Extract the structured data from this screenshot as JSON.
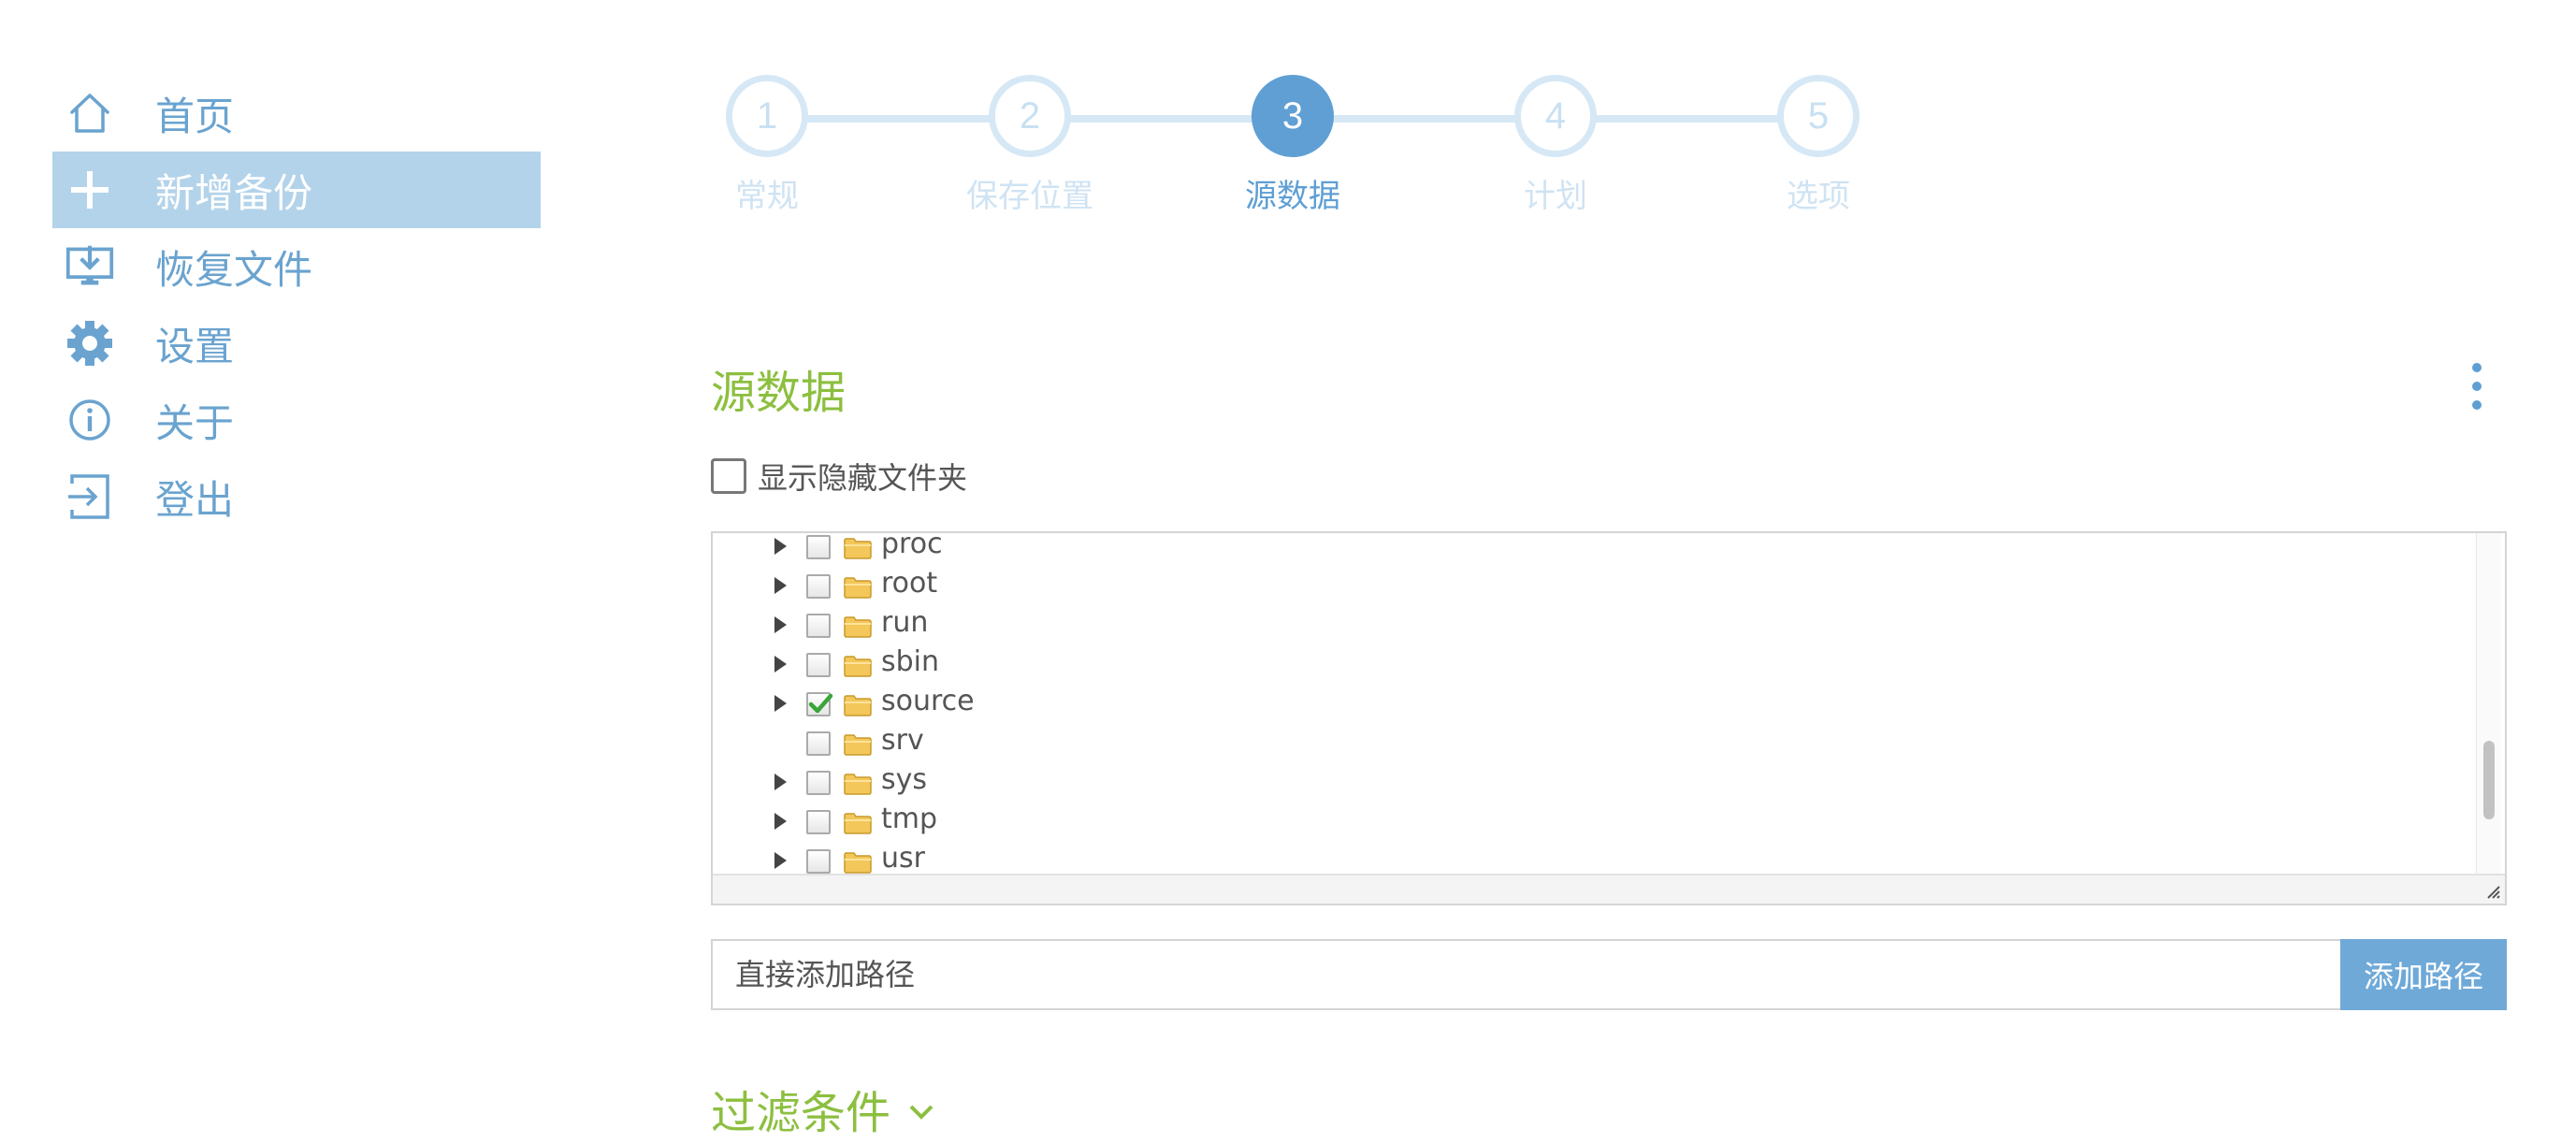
{
  "sidebar": {
    "items": [
      {
        "label": "首页",
        "icon": "home-icon",
        "active": false
      },
      {
        "label": "新增备份",
        "icon": "plus-icon",
        "active": true
      },
      {
        "label": "恢复文件",
        "icon": "restore-icon",
        "active": false
      },
      {
        "label": "设置",
        "icon": "gear-icon",
        "active": false
      },
      {
        "label": "关于",
        "icon": "info-icon",
        "active": false
      },
      {
        "label": "登出",
        "icon": "logout-icon",
        "active": false
      }
    ]
  },
  "stepper": {
    "current": 3,
    "steps": [
      {
        "number": "1",
        "label": "常规"
      },
      {
        "number": "2",
        "label": "保存位置"
      },
      {
        "number": "3",
        "label": "源数据"
      },
      {
        "number": "4",
        "label": "计划"
      },
      {
        "number": "5",
        "label": "选项"
      }
    ]
  },
  "source": {
    "title": "源数据",
    "menu_icon": "kebab-menu-icon",
    "show_hidden_label": "显示隐藏文件夹",
    "show_hidden_checked": false
  },
  "tree": {
    "items": [
      {
        "name": "proc",
        "expandable": true,
        "checked": false
      },
      {
        "name": "root",
        "expandable": true,
        "checked": false
      },
      {
        "name": "run",
        "expandable": true,
        "checked": false
      },
      {
        "name": "sbin",
        "expandable": true,
        "checked": false
      },
      {
        "name": "source",
        "expandable": true,
        "checked": true
      },
      {
        "name": "srv",
        "expandable": false,
        "checked": false
      },
      {
        "name": "sys",
        "expandable": true,
        "checked": false
      },
      {
        "name": "tmp",
        "expandable": true,
        "checked": false
      },
      {
        "name": "usr",
        "expandable": true,
        "checked": false
      }
    ]
  },
  "path": {
    "placeholder": "直接添加路径",
    "value": "",
    "add_button_label": "添加路径"
  },
  "filters": {
    "title": "过滤条件"
  },
  "colors": {
    "accent_blue": "#6aa3cf",
    "active_bg": "#b3d3ea",
    "section_green": "#8cbf3f",
    "checkmark_green": "#3aa53a"
  }
}
